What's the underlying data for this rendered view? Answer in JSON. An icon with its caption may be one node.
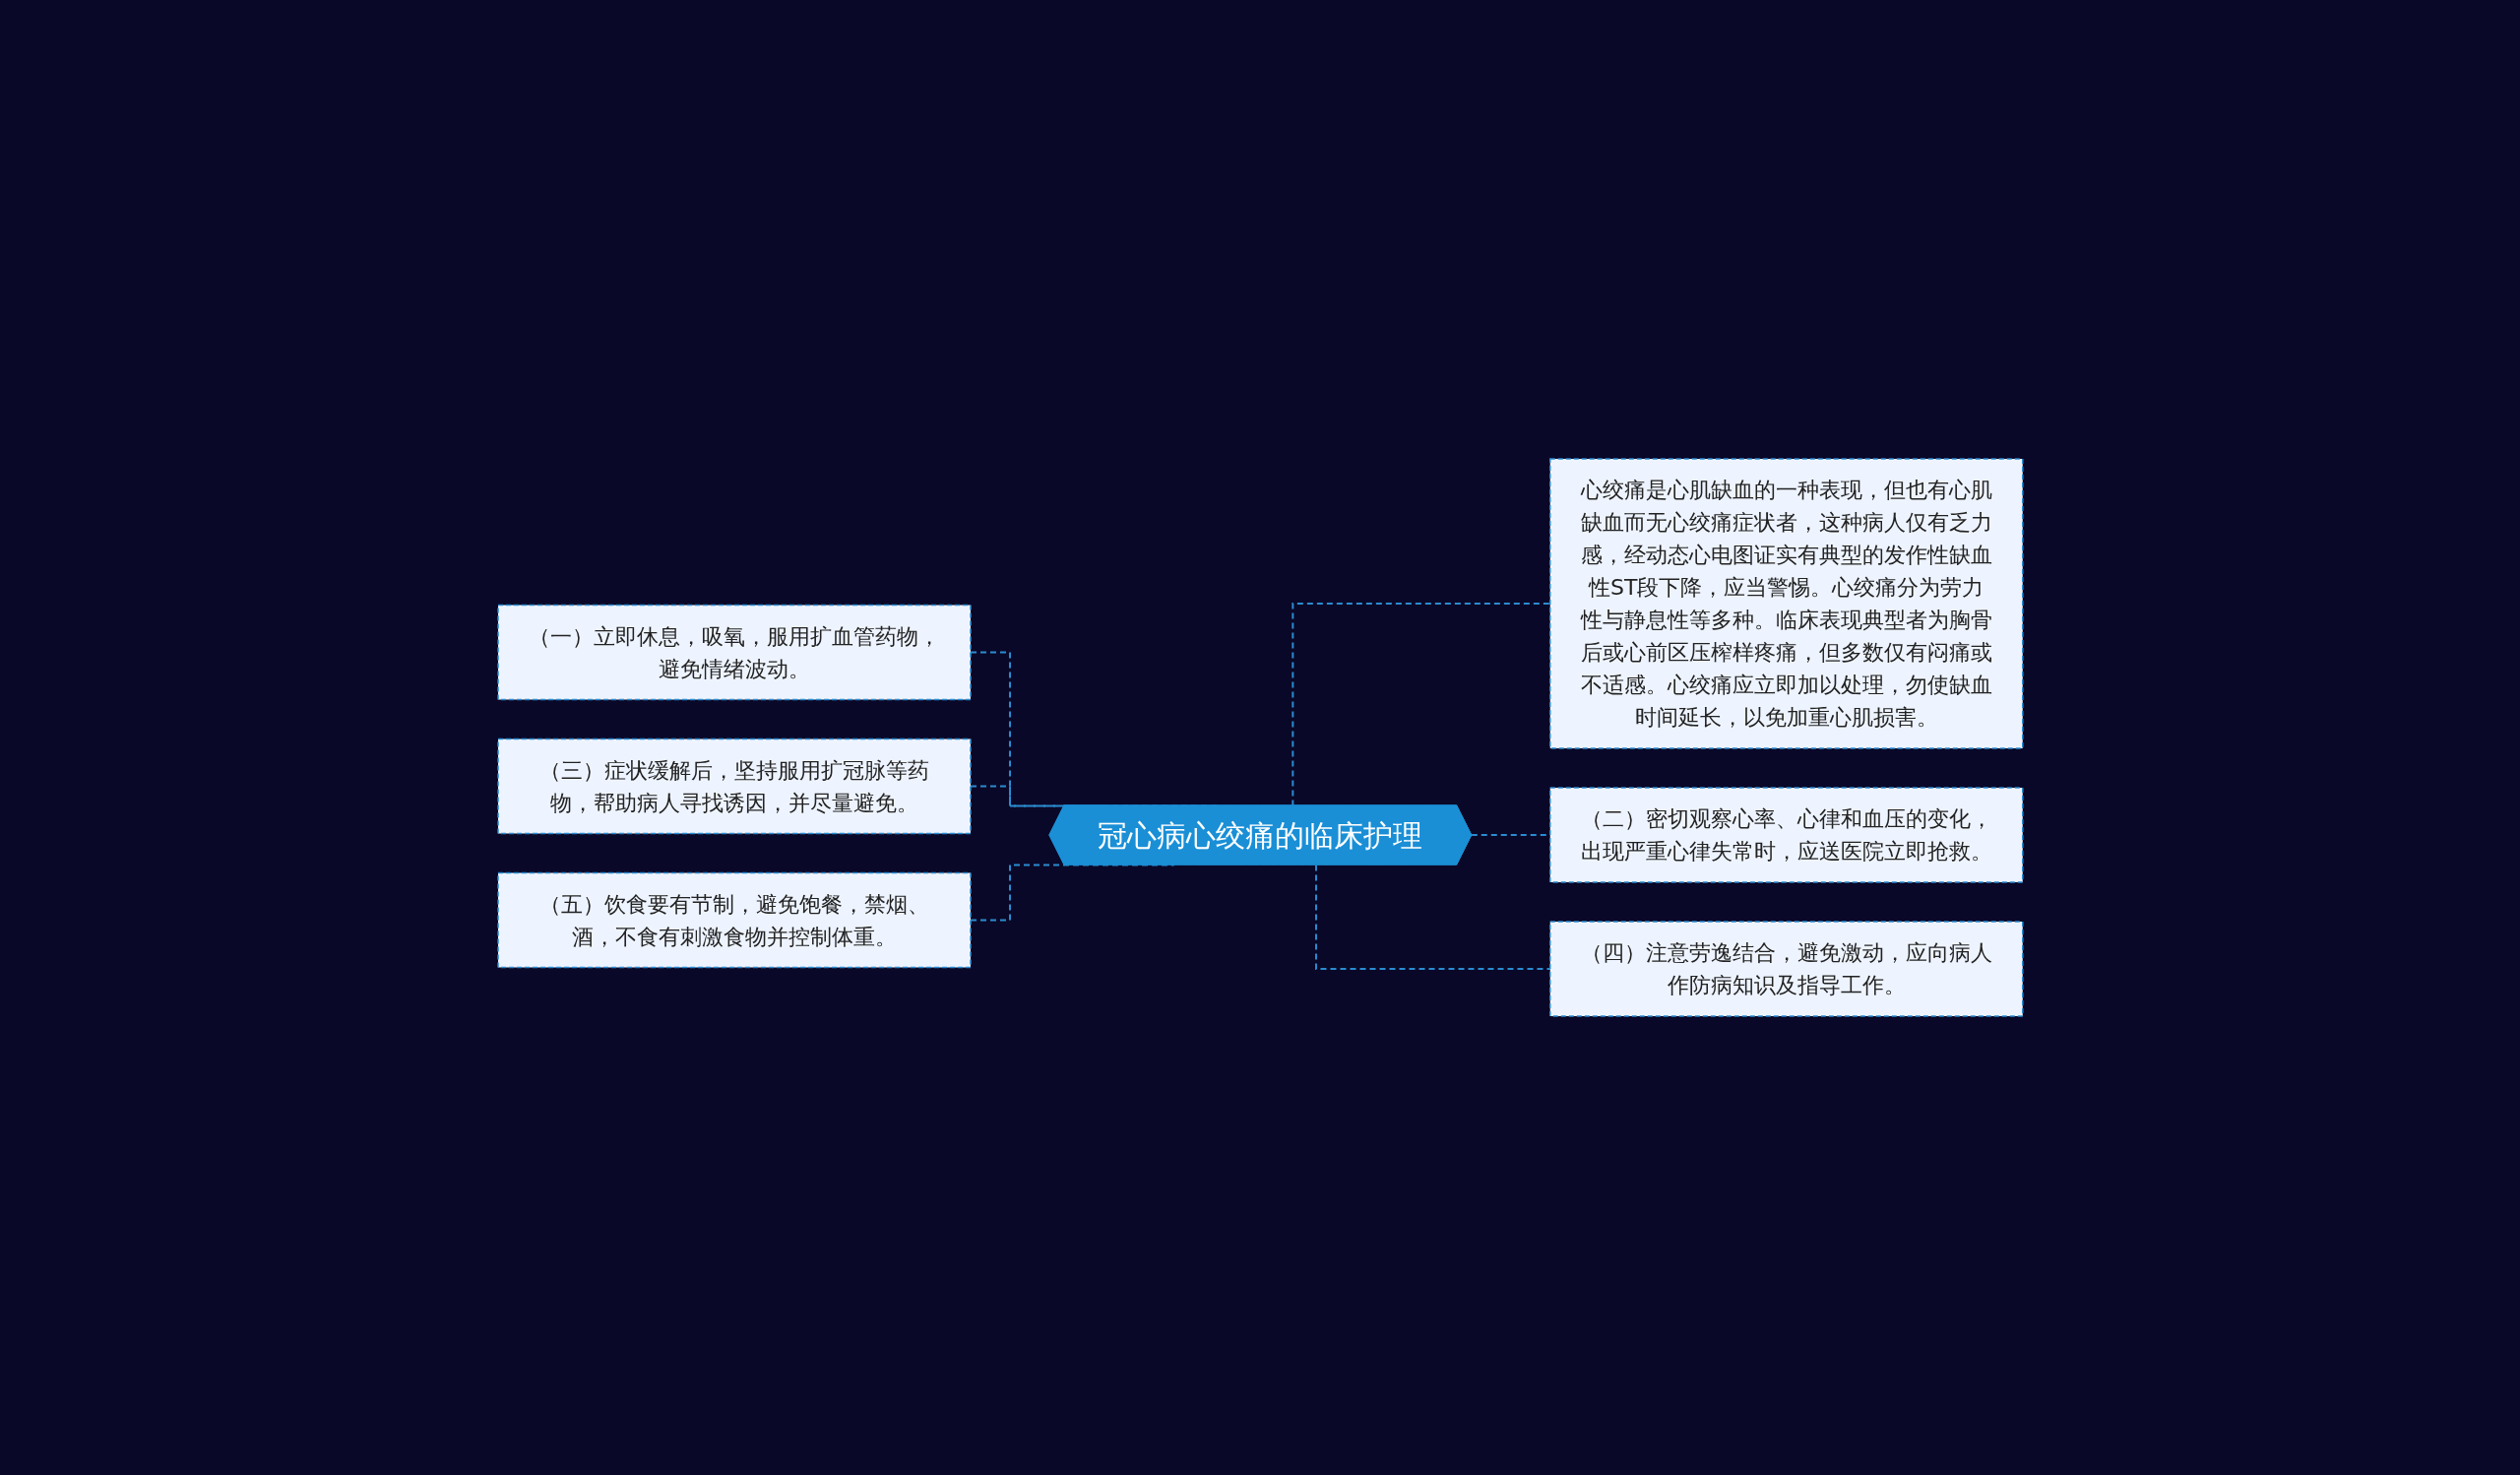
{
  "diagram": {
    "nodes": [
      {
        "text": [
          "冠心病心绞痛的临床护理"
        ]
      },
      {
        "text": [
          "（一）立即休息，吸氧，服用扩血管药物，避免情绪波动。"
        ]
      },
      {
        "text": [
          "（三）症状缓解后，坚持服用扩冠脉等药物，帮助病人寻找诱因，并尽量避免。"
        ]
      },
      {
        "text": [
          "（五）饮食要有节制，避免饱餐，禁烟、酒，不食有刺激食物并控制体重。"
        ]
      },
      {
        "text": [
          "心绞痛是心肌缺血的一种表现，但也有心肌缺血而无心绞痛症状者，这种病人仅有乏力感，经动态心电图证实有典型的发作性缺血性ST段下降，应当警惕。心绞痛分为劳力性与静息性等多种。临床表现典型者为胸骨后或心前区压榨样疼痛，但多数仅有闷痛或不适感。心绞痛应立即加以处理，勿使缺血时间延长，以免加重心肌损害。"
        ]
      },
      {
        "text": [
          "（二）密切观察心率、心律和血压的变化，出现严重心律失常时，应送医院立即抢救。"
        ]
      },
      {
        "text": [
          "（四）注意劳逸结合，避免激动，应向病人作防病知识及指导工作。"
        ]
      }
    ],
    "edges": [
      {
        "from": 1,
        "to": 0,
        "arrow": "none",
        "style": "dashed"
      },
      {
        "from": 2,
        "to": 0,
        "arrow": "none",
        "style": "dashed"
      },
      {
        "from": 3,
        "to": 0,
        "arrow": "none",
        "style": "dashed"
      },
      {
        "from": 0,
        "to": 4,
        "arrow": "none",
        "style": "dashed"
      },
      {
        "from": 0,
        "to": 5,
        "arrow": "none",
        "style": "dashed"
      },
      {
        "from": 0,
        "to": 6,
        "arrow": "none",
        "style": "dashed"
      }
    ]
  }
}
